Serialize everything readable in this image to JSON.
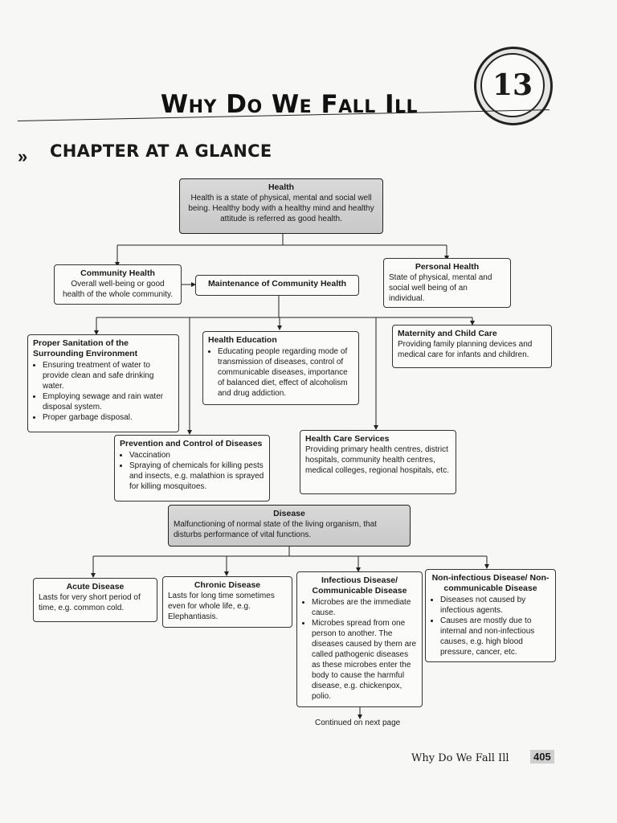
{
  "chapter": {
    "title": "Why Do We Fall Ill",
    "number": "13",
    "section_heading": "CHAPTER AT A GLANCE"
  },
  "nodes": {
    "health": {
      "title": "Health",
      "text": "Health is a state of physical, mental and social well being. Healthy body with a healthy mind and healthy attitude is referred as good health."
    },
    "community_health": {
      "title": "Community Health",
      "text": "Overall well-being or good health of the whole community."
    },
    "maintenance": {
      "title": "Maintenance of Community Health"
    },
    "personal_health": {
      "title": "Personal Health",
      "text": "State of physical, mental and social well being of an individual."
    },
    "sanitation": {
      "title": "Proper Sanitation of the Surrounding Environment",
      "items": [
        "Ensuring treatment of water to provide clean and safe drinking water.",
        "Employing sewage and rain water disposal system.",
        "Proper garbage disposal."
      ]
    },
    "health_education": {
      "title": "Health Education",
      "items": [
        "Educating people regarding mode of transmission of diseases, control of communicable diseases, importance of balanced diet, effect of alcoholism and drug addiction."
      ]
    },
    "maternity": {
      "title": "Maternity and Child Care",
      "text": "Providing family planning devices and medical care for infants and children."
    },
    "prevention": {
      "title": "Prevention and Control of Diseases",
      "items": [
        "Vaccination",
        "Spraying of chemicals for killing pests and insects, e.g. malathion is sprayed for killing mosquitoes."
      ]
    },
    "health_care": {
      "title": "Health Care Services",
      "text": "Providing primary health centres, district hospitals, community health centres, medical colleges, regional hospitals, etc."
    },
    "disease": {
      "title": "Disease",
      "text": "Malfunctioning of normal state of the living organism, that disturbs performance of vital functions."
    },
    "acute": {
      "title": "Acute Disease",
      "text": "Lasts for very short period of time, e.g. common cold."
    },
    "chronic": {
      "title": "Chronic Disease",
      "text": "Lasts for long time sometimes even for whole life, e.g. Elephantiasis."
    },
    "infectious": {
      "title": "Infectious Disease/ Communicable Disease",
      "items": [
        "Microbes are the immediate cause.",
        "Microbes spread from one person to another. The diseases caused by them are called pathogenic diseases as these microbes enter the body to cause the harmful disease, e.g. chickenpox, polio."
      ]
    },
    "non_infectious": {
      "title": "Non-infectious Disease/ Non-communicable Disease",
      "items": [
        "Diseases not caused by infectious agents.",
        "Causes are mostly due to internal and non-infectious causes, e.g. high blood pressure, cancer, etc."
      ]
    }
  },
  "continued_note": "Continued on next page",
  "footer": {
    "text": "Why Do We Fall Ill",
    "page": "405"
  },
  "icons": {
    "section_marker": "double-chevron-icon"
  },
  "colors": {
    "highlight_box": "#cfcfcf",
    "ink": "#1a1a1a"
  }
}
